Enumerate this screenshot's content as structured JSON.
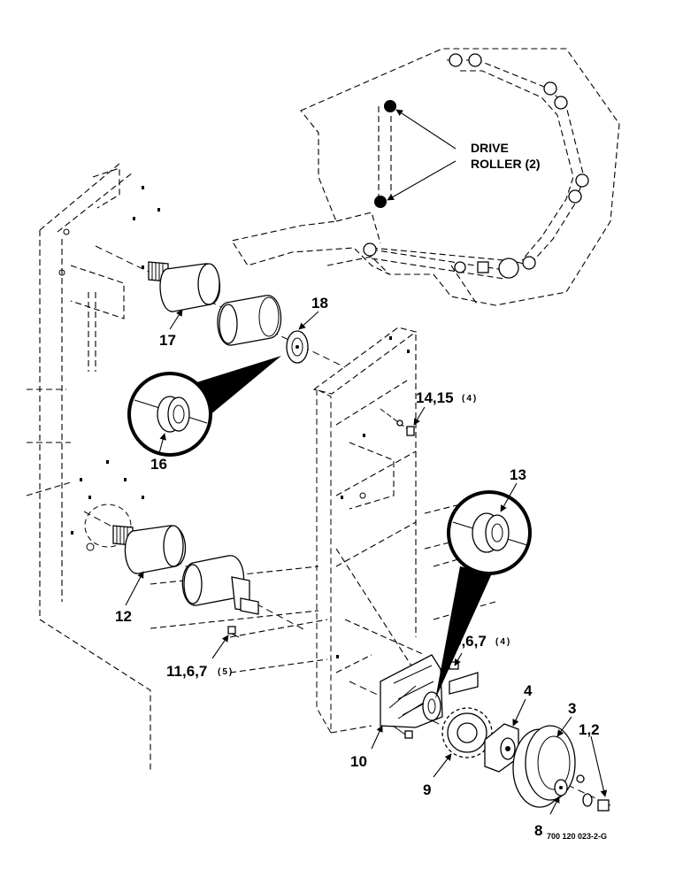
{
  "labels": {
    "drive_roller_line1": "DRIVE",
    "drive_roller_line2": "ROLLER (2)",
    "p1_2": "1,2",
    "p3": "3",
    "p4": "4",
    "p5_6_7": "5,6,7",
    "p5_6_7_qty": "(4)",
    "p8": "8",
    "p9": "9",
    "p10": "10",
    "p11_6_7": "11,6,7",
    "p11_6_7_qty": "(5)",
    "p12": "12",
    "p13": "13",
    "p14_15": "14,15",
    "p14_15_qty": "(4)",
    "p16": "16",
    "p17": "17",
    "p18": "18"
  },
  "reference_number": "700 120 023-2-G"
}
